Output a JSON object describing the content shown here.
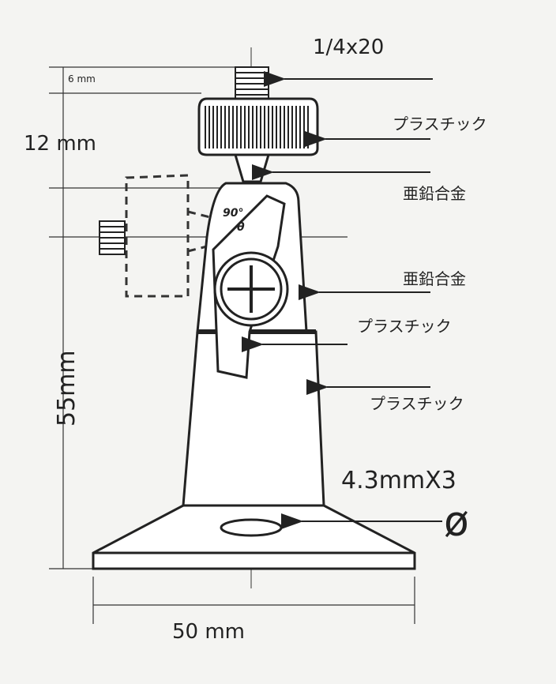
{
  "dimensions": {
    "thread_spec": "1/4x20",
    "thread_length": "6 mm",
    "knob_height": "12 mm",
    "body_height": "55mm",
    "base_width": "50 mm",
    "hole_spec": "4.3mmX3",
    "diameter_symbol": "ø"
  },
  "materials": {
    "knob": "プラスチック",
    "neck": "亜鉛合金",
    "pivot_head": "亜鉛合金",
    "lever": "プラスチック",
    "body": "プラスチック"
  },
  "tilt": {
    "angle": "90°",
    "symbol": "θ"
  },
  "colors": {
    "line": "#222222",
    "background": "#f4f4f2"
  }
}
